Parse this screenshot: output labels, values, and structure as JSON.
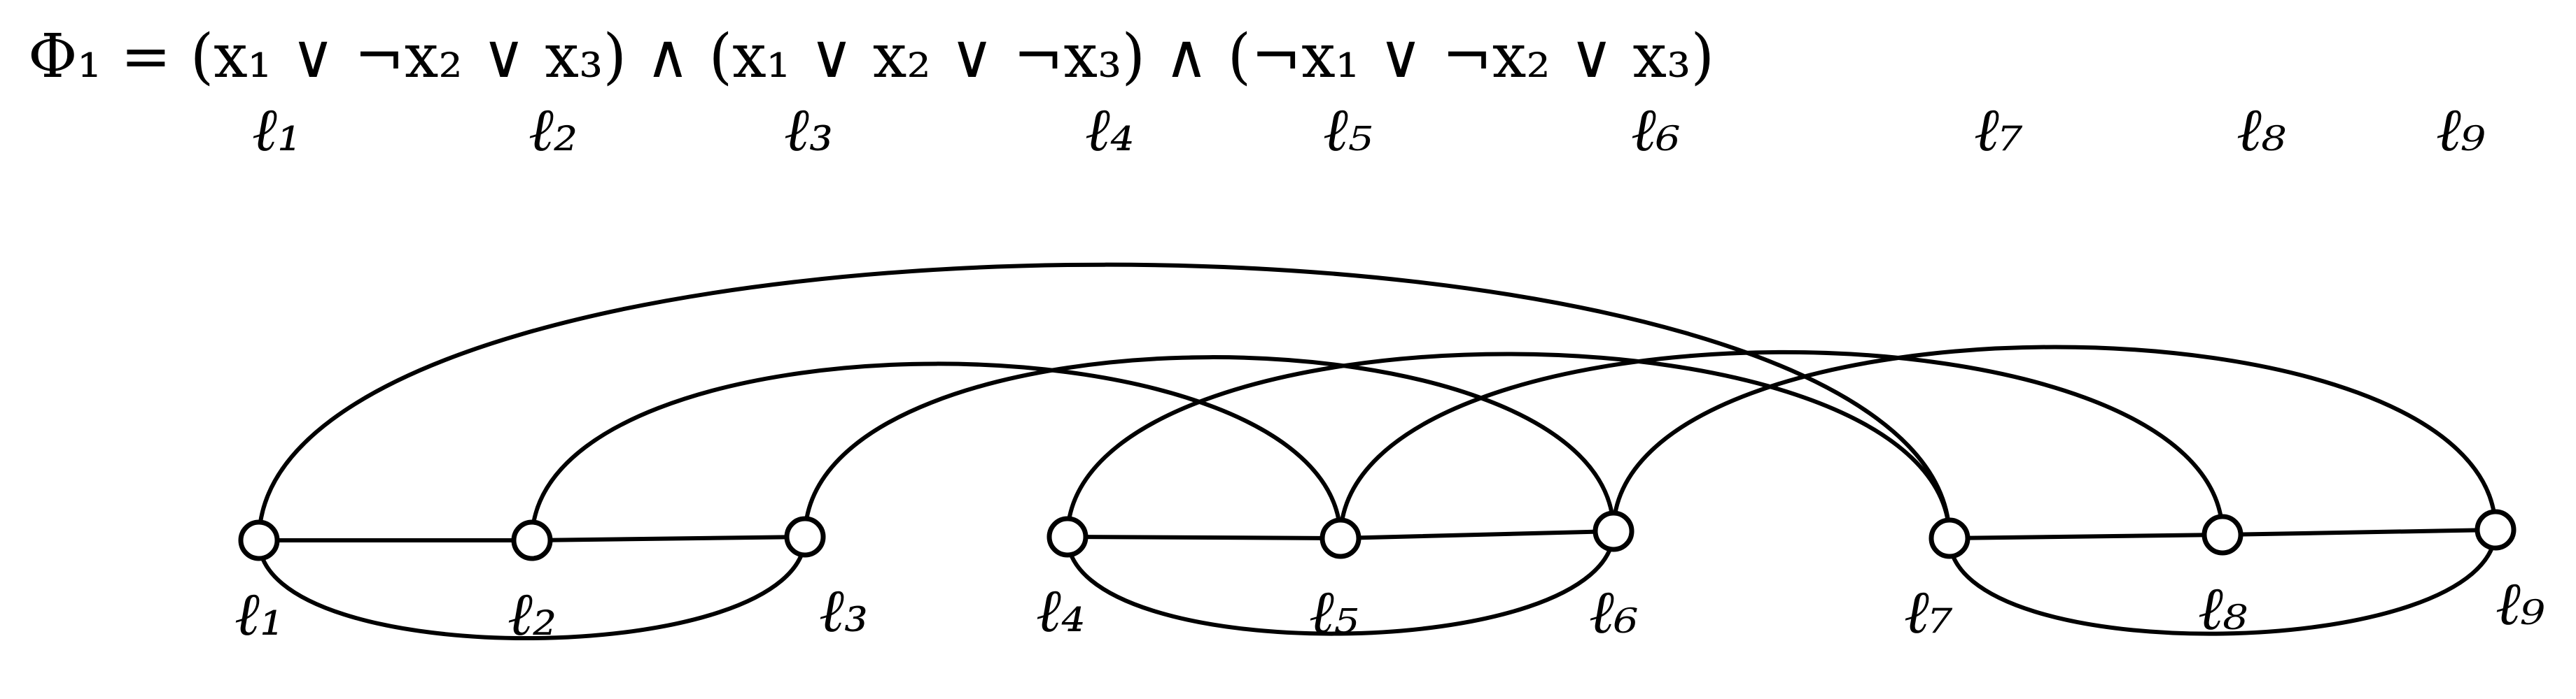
{
  "formula": {
    "text": "Φ₁ = (x₁ ∨ ¬x₂ ∨ x₃) ∧ (x₁ ∨ x₂ ∨ ¬x₃) ∧ (¬x₁ ∨ ¬x₂ ∨ x₃)",
    "literal_labels": [
      "ℓ₁",
      "ℓ₂",
      "ℓ₃",
      "ℓ₄",
      "ℓ₅",
      "ℓ₆",
      "ℓ₇",
      "ℓ₈",
      "ℓ₉"
    ]
  },
  "graph": {
    "nodes": [
      {
        "id": "l1",
        "label": "ℓ₁"
      },
      {
        "id": "l2",
        "label": "ℓ₂"
      },
      {
        "id": "l3",
        "label": "ℓ₃"
      },
      {
        "id": "l4",
        "label": "ℓ₄"
      },
      {
        "id": "l5",
        "label": "ℓ₅"
      },
      {
        "id": "l6",
        "label": "ℓ₆"
      },
      {
        "id": "l7",
        "label": "ℓ₇"
      },
      {
        "id": "l8",
        "label": "ℓ₈"
      },
      {
        "id": "l9",
        "label": "ℓ₉"
      }
    ],
    "edges": [
      [
        "l1",
        "l2"
      ],
      [
        "l2",
        "l3"
      ],
      [
        "l1",
        "l3"
      ],
      [
        "l4",
        "l5"
      ],
      [
        "l5",
        "l6"
      ],
      [
        "l4",
        "l6"
      ],
      [
        "l7",
        "l8"
      ],
      [
        "l8",
        "l9"
      ],
      [
        "l7",
        "l9"
      ],
      [
        "l1",
        "l7"
      ],
      [
        "l2",
        "l5"
      ],
      [
        "l3",
        "l6"
      ],
      [
        "l4",
        "l7"
      ],
      [
        "l5",
        "l8"
      ],
      [
        "l6",
        "l9"
      ]
    ]
  }
}
